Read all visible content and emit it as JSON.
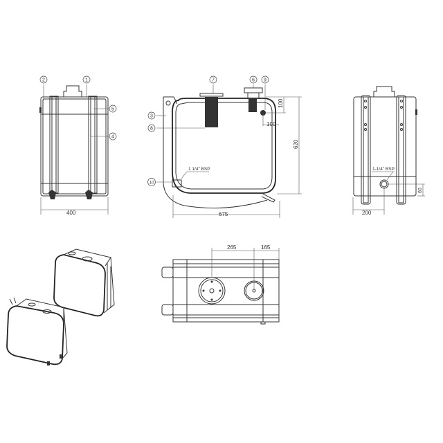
{
  "callouts": {
    "c1": "1",
    "c2": "2",
    "c3": "3",
    "c4": "4",
    "c5": "5",
    "c6": "6",
    "c7": "7",
    "c8": "8",
    "c9": "9",
    "c10": "10"
  },
  "dimensions": {
    "front_width": "400",
    "side_width": "675",
    "side_height": "620",
    "filler_offset_v": "100",
    "filler_offset_h": "100",
    "side_port": "1 1/4\" BSP",
    "rear_port": "1-1/4\" BSP",
    "rear_port_offset": "200",
    "rear_port_height": "60",
    "top_dist_1": "265",
    "top_dist_2": "165"
  }
}
